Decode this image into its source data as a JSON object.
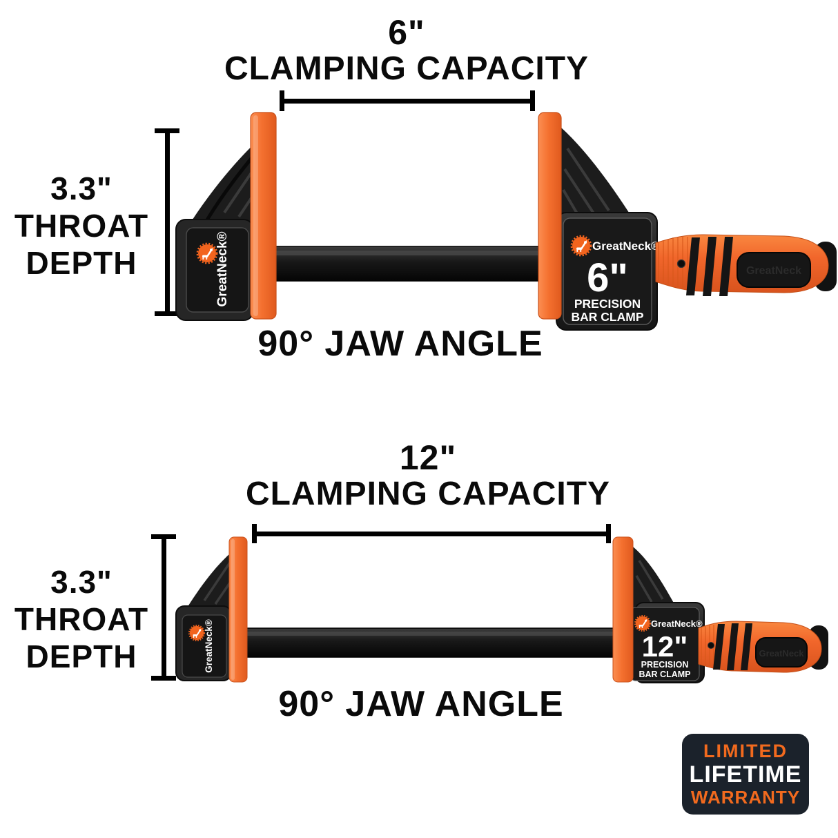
{
  "brand": "GreatNeck®",
  "colors": {
    "orange": "#F1662B",
    "pad_orange": "#F97B3E",
    "black": "#1C1C1C",
    "label_bg": "#191919",
    "badge_bg": "#1B222B",
    "badge_orange": "#F26A1E",
    "white": "#FFFFFF"
  },
  "clamps": [
    {
      "capacity_value": "6\"",
      "capacity_label": "CLAMPING CAPACITY",
      "throat_value": "3.3\"",
      "throat_word1": "THROAT",
      "throat_word2": "DEPTH",
      "jaw_angle": "90° JAW ANGLE",
      "side_brand": "GreatNeck®",
      "label": {
        "brand": "GreatNeck®",
        "size": "6\"",
        "line1": "PRECISION",
        "line2": "BAR CLAMP"
      },
      "handle_emboss": "GreatNeck"
    },
    {
      "capacity_value": "12\"",
      "capacity_label": "CLAMPING CAPACITY",
      "throat_value": "3.3\"",
      "throat_word1": "THROAT",
      "throat_word2": "DEPTH",
      "jaw_angle": "90° JAW ANGLE",
      "side_brand": "GreatNeck®",
      "label": {
        "brand": "GreatNeck®",
        "size": "12\"",
        "line1": "PRECISION",
        "line2": "BAR CLAMP"
      },
      "handle_emboss": "GreatNeck"
    }
  ],
  "warranty": {
    "line1": "LIMITED",
    "line2": "LIFETIME",
    "line3": "WARRANTY"
  }
}
